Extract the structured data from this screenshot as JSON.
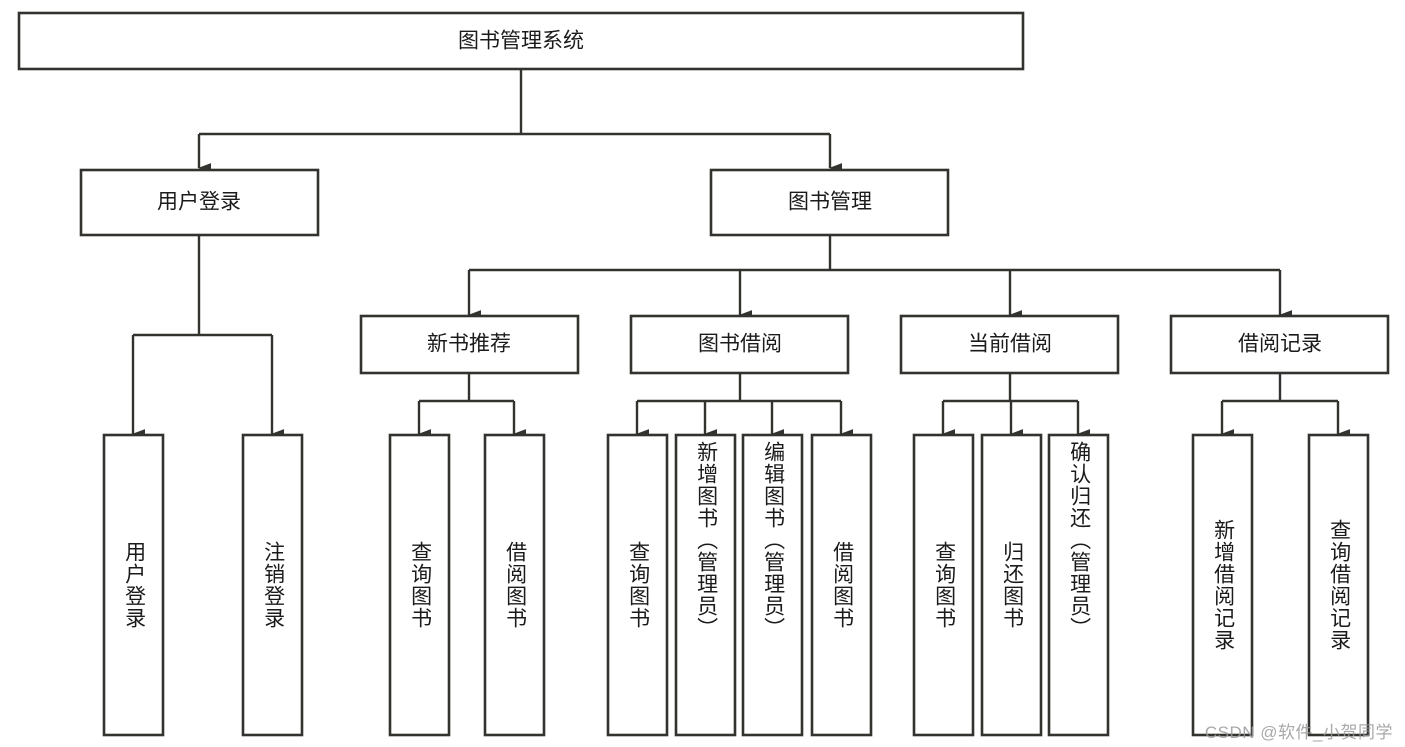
{
  "diagram": {
    "type": "tree-hierarchy-flowchart",
    "title_node": {
      "label": "图书管理系统"
    },
    "level1": [
      {
        "label": "用户登录"
      },
      {
        "label": "图书管理"
      }
    ],
    "level2": [
      {
        "label": "新书推荐"
      },
      {
        "label": "图书借阅"
      },
      {
        "label": "当前借阅"
      },
      {
        "label": "借阅记录"
      }
    ],
    "leaves": {
      "user_login": [
        {
          "label": "用户登录"
        },
        {
          "label": "注销登录"
        }
      ],
      "new_book_recommend": [
        {
          "label": "查询图书"
        },
        {
          "label": "借阅图书"
        }
      ],
      "book_borrow": [
        {
          "label": "查询图书"
        },
        {
          "label": "新增图书（管理员）"
        },
        {
          "label": "编辑图书（管理员）"
        },
        {
          "label": "借阅图书"
        }
      ],
      "current_borrow": [
        {
          "label": "查询图书"
        },
        {
          "label": "归还图书"
        },
        {
          "label": "确认归还（管理员）"
        }
      ],
      "borrow_record": [
        {
          "label": "新增借阅记录"
        },
        {
          "label": "查询借阅记录"
        }
      ]
    },
    "watermark": "CSDN @软件_小贺同学",
    "colors": {
      "stroke": "#33322f",
      "fill": "#ffffff",
      "text": "#1b1b1b",
      "watermark": "#9a9a9a"
    }
  }
}
